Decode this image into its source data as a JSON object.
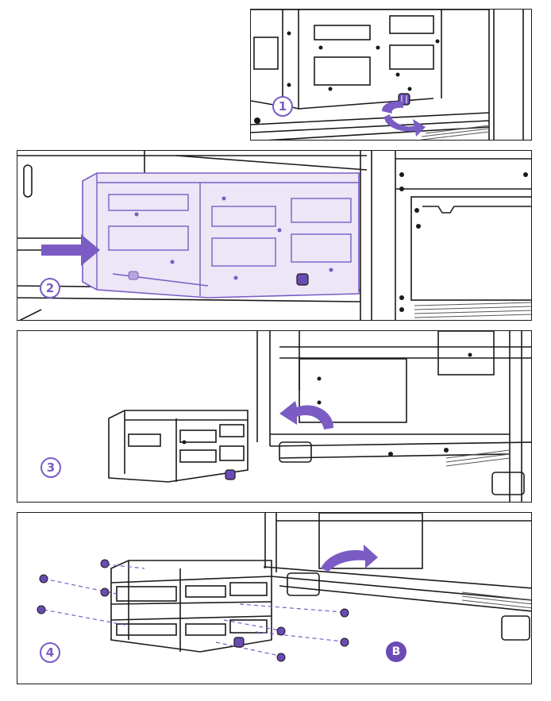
{
  "steps": [
    {
      "number": "1"
    },
    {
      "number": "2"
    },
    {
      "number": "3"
    },
    {
      "number": "4"
    }
  ],
  "callout": {
    "label": "B"
  },
  "colors": {
    "accent": "#7a5cc4",
    "accent_fill": "#6a4bb4",
    "highlight_fill": "#ece6f7",
    "line": "#1a1a1a",
    "vent": "#555555"
  },
  "icons": [
    "curved-arrow-icon",
    "push-arrow-icon",
    "thumbscrew-icon",
    "screw-icon",
    "dashed-guide-line"
  ]
}
